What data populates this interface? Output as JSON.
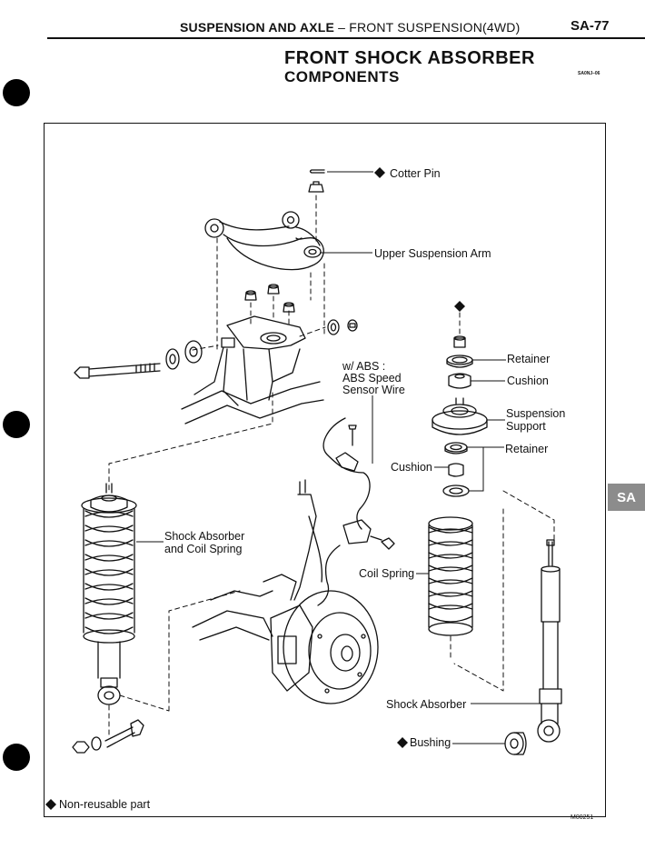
{
  "header": {
    "section": "SUSPENSION AND AXLE",
    "dash": " – ",
    "subsection": "FRONT SUSPENSION(4WD)",
    "page": "SA-77"
  },
  "title": {
    "line1": "FRONT SHOCK ABSORBER",
    "line2": "COMPONENTS",
    "code": "SA0NJ–06"
  },
  "side_tab": "SA",
  "labels": {
    "cotter_pin": "Cotter Pin",
    "upper_arm": "Upper Suspension Arm",
    "abs_line1": "w/ ABS :",
    "abs_line2": "ABS Speed",
    "abs_line3": "Sensor Wire",
    "retainer_top": "Retainer",
    "cushion_top": "Cushion",
    "support_line1": "Suspension",
    "support_line2": "Support",
    "retainer_bottom": "Retainer",
    "cushion_left": "Cushion",
    "shock_coil_line1": "Shock Absorber",
    "shock_coil_line2": "and Coil Spring",
    "coil_spring": "Coil Spring",
    "shock_absorber": "Shock Absorber",
    "bushing": "Bushing"
  },
  "legend": "Non-reusable part",
  "figure_number": "M00251"
}
